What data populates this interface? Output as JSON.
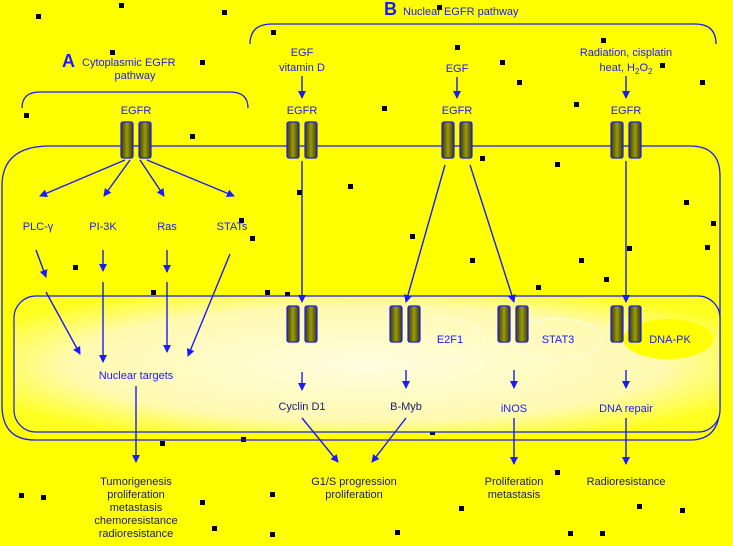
{
  "sections": {
    "a": {
      "letter": "A",
      "title_line1": "Cytoplasmic EGFR",
      "title_line2": "pathway"
    },
    "b": {
      "letter": "B",
      "title": "Nuclear EGFR pathway"
    }
  },
  "stimuli": {
    "col2_line1": "EGF",
    "col2_line2": "vitamin D",
    "col3": "EGF",
    "col4_line1": "Radiation, cisplatin",
    "col4_line2_pre": "heat, H",
    "col4_line2_sub1": "2",
    "col4_line2_mid": "O",
    "col4_line2_sub2": "2"
  },
  "receptor_label": "EGFR",
  "cytoplasmic": {
    "items": [
      "PLC-γ",
      "PI-3K",
      "Ras",
      "STATs"
    ],
    "nuclear_targets": "Nuclear targets"
  },
  "nuclear_partners": {
    "e2f1": "E2F1",
    "stat3": "STAT3",
    "dnapk": "DNA-PK"
  },
  "nuclear_products": {
    "cyclin": "Cyclin D1",
    "bmyb": "B-Myb",
    "inos": "iNOS",
    "dna_repair": "DNA repair"
  },
  "outcomes": {
    "a_lines": [
      "Tumorigenesis",
      "proliferation",
      "metastasis",
      "chemoresistance",
      "radioresistance"
    ],
    "g1s_lines": [
      "G1/S progression",
      "proliferation"
    ],
    "prolif_lines": [
      "Proliferation",
      "metastasis"
    ],
    "radio": "Radioresistance"
  },
  "colors": {
    "background": "#ffff00",
    "text_arrows": "#1a1aff",
    "receptor_fill": "#6b6b00",
    "nucleus_fill": "#fffbb0"
  }
}
